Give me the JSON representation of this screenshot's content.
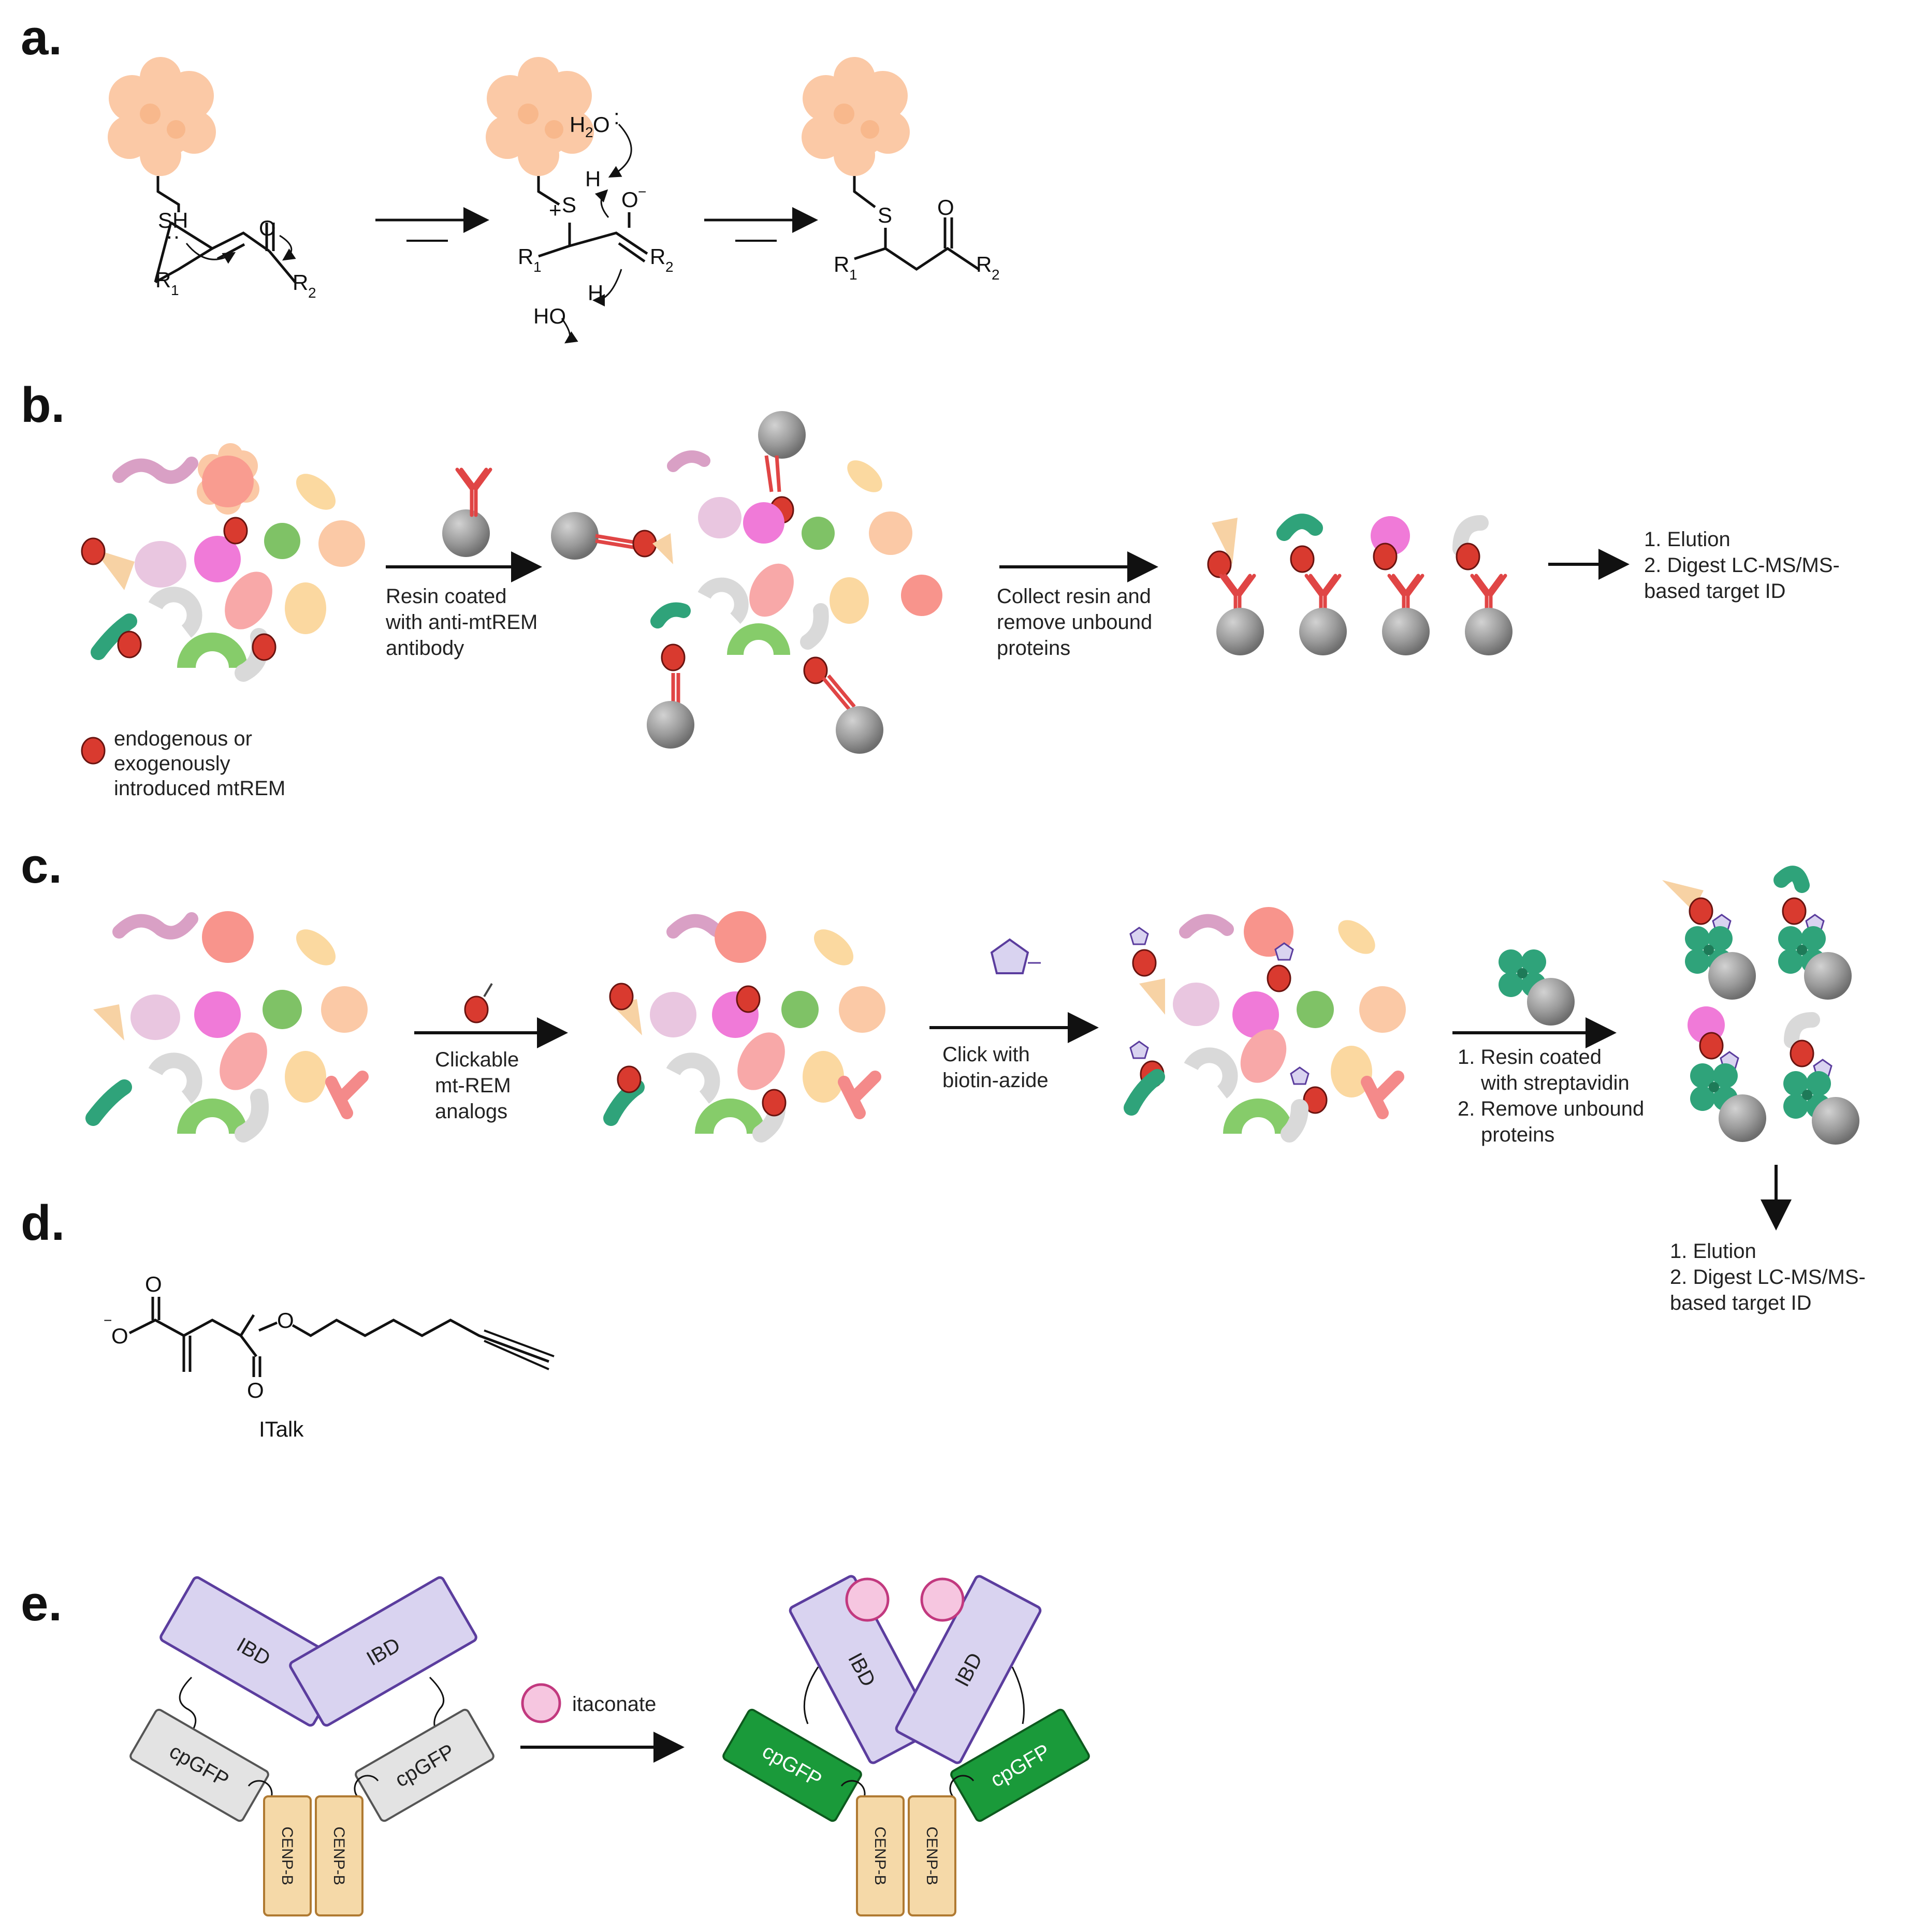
{
  "panels": {
    "a": {
      "label": "a."
    },
    "b": {
      "label": "b.",
      "step1": [
        "Resin coated",
        "with anti-mtREM",
        "antibody"
      ],
      "step2": [
        "Collect resin and",
        "remove unbound",
        "proteins"
      ],
      "step3": [
        "1. Elution",
        "2. Digest LC-MS/MS-",
        "based target ID"
      ],
      "legend": [
        "endogenous or",
        "exogenously",
        "introduced mtREM"
      ]
    },
    "c": {
      "label": "c.",
      "step1": [
        "Clickable",
        "mt-REM",
        "analogs"
      ],
      "step2": [
        "Click with",
        "biotin-azide"
      ],
      "step3": [
        "1. Resin coated",
        "with streptavidin",
        "2. Remove unbound",
        "proteins"
      ],
      "step4": [
        "1. Elution",
        "2. Digest LC-MS/MS-",
        "based target ID"
      ]
    },
    "d": {
      "label": "d.",
      "compound": "ITalk"
    },
    "e": {
      "label": "e.",
      "ibd": "IBD",
      "cpgfp": "cpGFP",
      "cenpb": "CENP-B",
      "itaconate": "itaconate"
    }
  },
  "colors": {
    "protein_peach": "#fbc9a6",
    "mtrem_red": "#d93a2f",
    "antibody_red": "#e04545",
    "resin_gray": "#9a9a9a",
    "ibd_lavender": "#d9d3f0",
    "ibd_border": "#5b3d9e",
    "cpgfp_gray": "#e3e3e3",
    "cpgfp_green": "#1a9a3a",
    "cenp_tan": "#f5d9a8",
    "itaconate_pink": "#f6c6e0",
    "itaconate_border": "#c2397f"
  }
}
